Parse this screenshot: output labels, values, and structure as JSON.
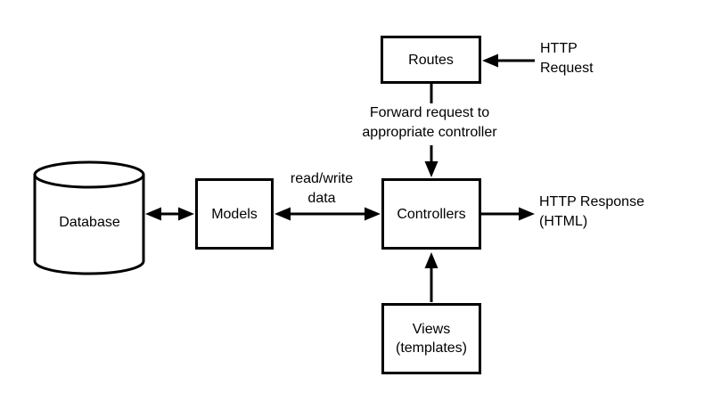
{
  "diagram": {
    "nodes": {
      "routes": {
        "label": "Routes"
      },
      "database": {
        "label": "Database"
      },
      "models": {
        "label": "Models"
      },
      "controllers": {
        "label": "Controllers"
      },
      "views": {
        "label": "Views\n(templates)"
      }
    },
    "annotations": {
      "http_request": "HTTP\nRequest",
      "forward": "Forward request to\nappropriate controller",
      "read_write": "read/write\ndata",
      "http_response": "HTTP Response\n(HTML)"
    },
    "edges": [
      {
        "from": "http-request-label",
        "to": "routes",
        "direction": "left",
        "heads": "single"
      },
      {
        "from": "routes",
        "to": "controllers",
        "direction": "down",
        "heads": "single"
      },
      {
        "from": "database",
        "to": "models",
        "direction": "both",
        "heads": "double"
      },
      {
        "from": "models",
        "to": "controllers",
        "direction": "both",
        "heads": "double"
      },
      {
        "from": "controllers",
        "to": "http-response-label",
        "direction": "right",
        "heads": "single"
      },
      {
        "from": "views",
        "to": "controllers",
        "direction": "up",
        "heads": "single"
      }
    ],
    "colors": {
      "line": "#000000",
      "background": "#ffffff"
    }
  }
}
